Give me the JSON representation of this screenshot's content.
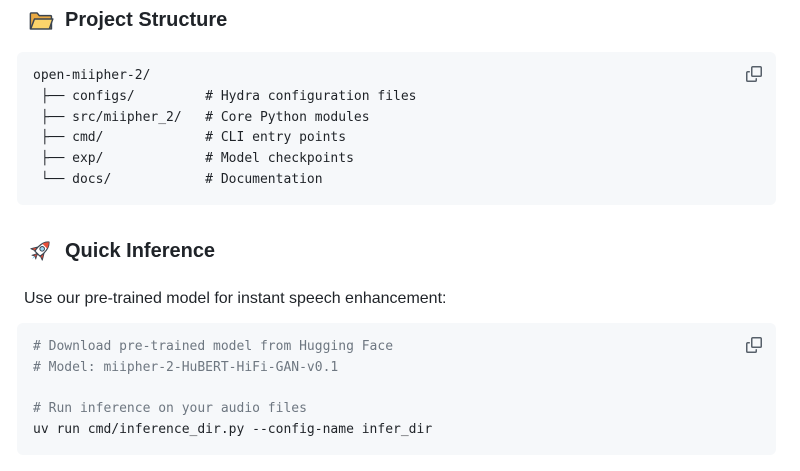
{
  "colors": {
    "page_background": "#ffffff",
    "code_background": "#f6f8fa",
    "text": "#1f2328",
    "comment": "#6e7781",
    "copy_icon": "#57606a",
    "folder_fill": "#fbd46b",
    "folder_back_fill": "#e9a944",
    "rocket_accent": "#e8503a",
    "rocket_window": "#9bd7f3"
  },
  "icons": {
    "project_heading": "open-folder-icon",
    "inference_heading": "rocket-icon",
    "code_copy": "copy-icon"
  },
  "sections": {
    "project": {
      "title": "Project Structure",
      "code_lines": [
        {
          "t": "open-miipher-2/",
          "type": "plain"
        },
        {
          "t": " ├── configs/         # Hydra configuration files",
          "type": "plain"
        },
        {
          "t": " ├── src/miipher_2/   # Core Python modules",
          "type": "plain"
        },
        {
          "t": " ├── cmd/             # CLI entry points",
          "type": "plain"
        },
        {
          "t": " ├── exp/             # Model checkpoints",
          "type": "plain"
        },
        {
          "t": " └── docs/            # Documentation",
          "type": "plain"
        }
      ]
    },
    "inference": {
      "title": "Quick Inference",
      "intro": "Use our pre-trained model for instant speech enhancement:",
      "code_lines": [
        {
          "t": "# Download pre-trained model from Hugging Face",
          "type": "comment"
        },
        {
          "t": "# Model: miipher-2-HuBERT-HiFi-GAN-v0.1",
          "type": "comment"
        },
        {
          "t": "",
          "type": "plain"
        },
        {
          "t": "# Run inference on your audio files",
          "type": "comment"
        },
        {
          "t": "uv run cmd/inference_dir.py --config-name infer_dir",
          "type": "plain"
        }
      ]
    }
  }
}
